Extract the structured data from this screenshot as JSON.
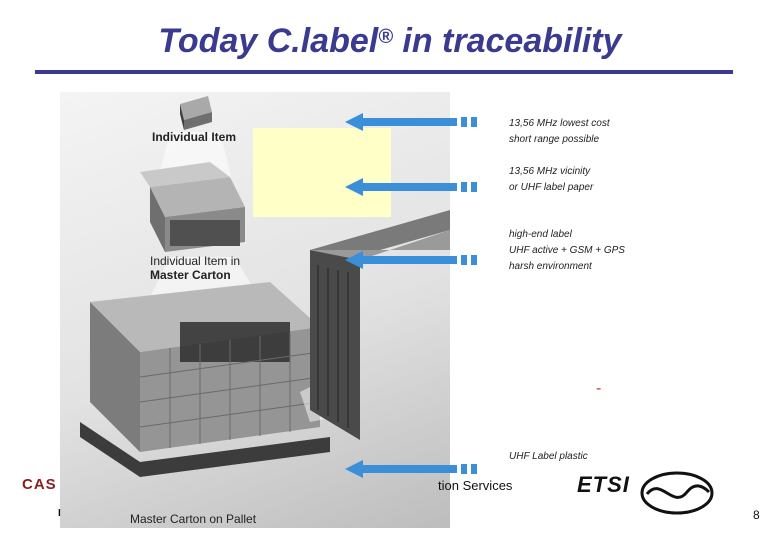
{
  "slide": {
    "title_main": "Today C.label",
    "title_reg": "®",
    "title_tail": " in traceability",
    "page_number": "8"
  },
  "scene": {
    "labels": {
      "individual_item": "Individual Item",
      "individual_in_master_line1": "Individual Item in",
      "individual_in_master_line2": "Master Carton",
      "master_on_pallet": "Master Carton on Pallet"
    }
  },
  "notes": [
    {
      "lines": [
        "13,56 MHz lowest cost",
        "short range possible"
      ]
    },
    {
      "lines": [
        "13,56 MHz vicinity",
        "or UHF label paper"
      ]
    },
    {
      "lines": [
        "high-end label",
        "UHF active + GSM + GPS",
        "harsh environment"
      ]
    },
    {
      "lines": [
        "UHF Label plastic"
      ]
    }
  ],
  "marker": "-",
  "footer": {
    "partial_text": "tion Services",
    "left_logo_text": "CAS",
    "left_small_text": "I",
    "etsi_logo_text": "ETSI"
  },
  "colors": {
    "title": "#3a3a90",
    "arrow": "#3a8fd8",
    "highlight_box": "#ffffc8"
  }
}
